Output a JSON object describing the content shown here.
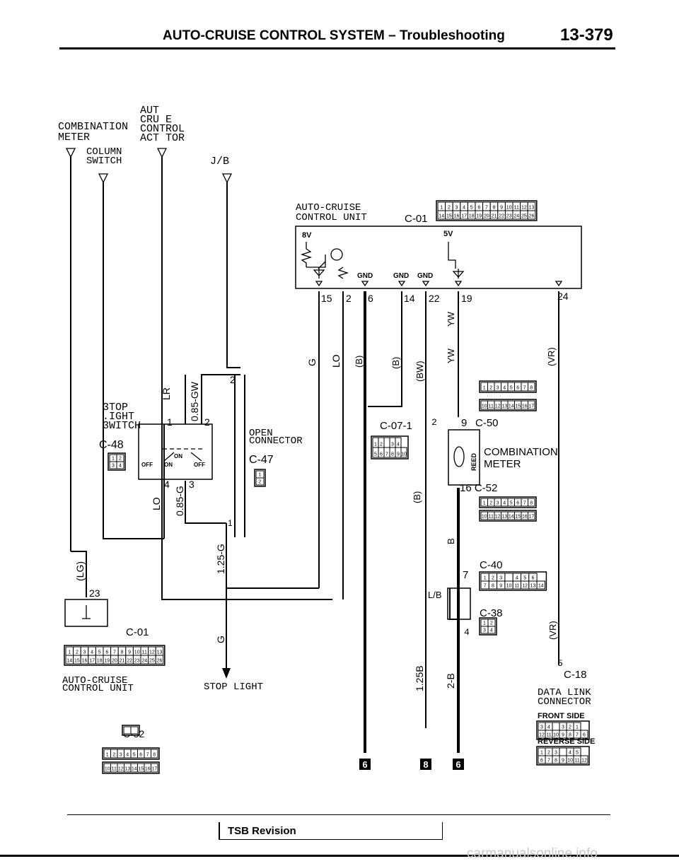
{
  "header": {
    "title": "AUTO-CRUISE CONTROL SYSTEM – Troubleshooting",
    "page": "13-379"
  },
  "components": {
    "combination_meter": "COMBINATION\nMETER",
    "actuator": "AUT\nCRU  E\nCONTROL\nACT  TOR",
    "column_switch": "COLUMN\nSWITCH",
    "jb": "J/B",
    "acu_top": "AUTO-CRUISE\nCONTROL  UNIT",
    "acu_top_code": "C-01",
    "acu_bottom": "AUTO-CRUISE\nCONTROL  UNIT",
    "acu_bottom_code": "C-01",
    "stop_light_switch": "3TOP\n.IGHT\n3WITCH",
    "stop_light_switch_code": "C-48",
    "open_connector": "OPEN\nCONNECTOR",
    "open_connector_code": "C-47",
    "combination_meter_right": "COMBINATION\nMETER",
    "stop_light": "STOP  LIGHT",
    "data_link": "DATA  LINK\nCONNECTOR",
    "front_side": "FRONT  SIDE",
    "reverse_side": "REVERSE  SIDE"
  },
  "connector_codes": {
    "c07": "C-07-1",
    "c50": "C-50",
    "c52": "16 C-52",
    "c40": "C-40",
    "c38": "C-38",
    "c18": "C-18",
    "c52_bottom": "C-52"
  },
  "ecu_labels": {
    "v8": "8V",
    "v5": "5V",
    "gnd": "GND"
  },
  "switch_labels": {
    "off_l": "OFF",
    "on_l": "ON",
    "on_r": "ON",
    "off_r": "OFF"
  },
  "pins": {
    "p15": "15",
    "p2": "2",
    "p6": "6",
    "p14": "14",
    "p22": "22",
    "p19": "19",
    "p24": "24",
    "p23": "23",
    "s1": "1",
    "s2": "2",
    "s4": "4",
    "s3": "3",
    "oc2": "2",
    "oc1": "1",
    "m9": "9",
    "m2": "2",
    "n7": "7",
    "n4": "4",
    "n5": "5"
  },
  "wire_labels": {
    "w_g": "G",
    "w_lo": "LO",
    "w_b1": "(B)",
    "w_b2": "(B)",
    "w_bw": "(BW)",
    "w_yw1": "YW",
    "w_yw2": "YW",
    "w_vr1": "(VR)",
    "w_lr": "LR",
    "w_gw": "0.85-GW",
    "w_lo2": "LO",
    "w_085g": "0.85-G",
    "w_125g": "1.25-G",
    "w_g2": "G",
    "w_lg": "(LG)",
    "w_b3": "(B)",
    "w_b4": "B",
    "w_125b": "1.25B",
    "w_2b": "2-B",
    "w_lb": "L/B",
    "w_vr2": "(VR)",
    "reed": "REED"
  },
  "ground_labels": [
    "6",
    "8",
    "6"
  ],
  "connector_pins": {
    "c01_row1": [
      "1",
      "2",
      "3",
      "4",
      "5",
      "6",
      "7",
      "8",
      "9",
      "10",
      "11",
      "12",
      "13"
    ],
    "c01_row2": [
      "14",
      "15",
      "16",
      "17",
      "18",
      "19",
      "20",
      "21",
      "22",
      "23",
      "24",
      "25",
      "26"
    ],
    "c52_row1": [
      "1",
      "2",
      "3",
      "4",
      "5",
      "6",
      "7",
      "8"
    ],
    "c52_mid": "9",
    "c52_row2": [
      "10",
      "11",
      "12",
      "13",
      "14",
      "15",
      "16",
      "17"
    ],
    "c07_row1": [
      "1",
      "2",
      "",
      "3",
      "4"
    ],
    "c07_row2": [
      "5",
      "6",
      "7",
      "8",
      "9",
      "10"
    ],
    "c40_row1": [
      "1",
      "2",
      "3",
      "",
      "4",
      "5",
      "6"
    ],
    "c40_row2": [
      "7",
      "8",
      "9",
      "10",
      "11",
      "12",
      "13",
      "14"
    ],
    "c38_row1": [
      "1",
      "2"
    ],
    "c38_row2": [
      "3",
      "4"
    ],
    "c48_row1": [
      "1",
      "2"
    ],
    "c48_row2": [
      "3",
      "4"
    ],
    "c47": [
      "1",
      "2"
    ],
    "dl_front_row1": [
      "3",
      "4",
      "",
      "3",
      "2",
      "1"
    ],
    "dl_front_row2": [
      "12",
      "11",
      "10",
      "9",
      "8",
      "7",
      "6"
    ],
    "dl_rev_row1": [
      "1",
      "2",
      "3",
      "",
      "4",
      "5"
    ],
    "dl_rev_row2": [
      "6",
      "7",
      "8",
      "9",
      "10",
      "11",
      "12"
    ]
  },
  "footer": {
    "tsb": "TSB Revision",
    "watermark": "carmanualsonline.info"
  }
}
